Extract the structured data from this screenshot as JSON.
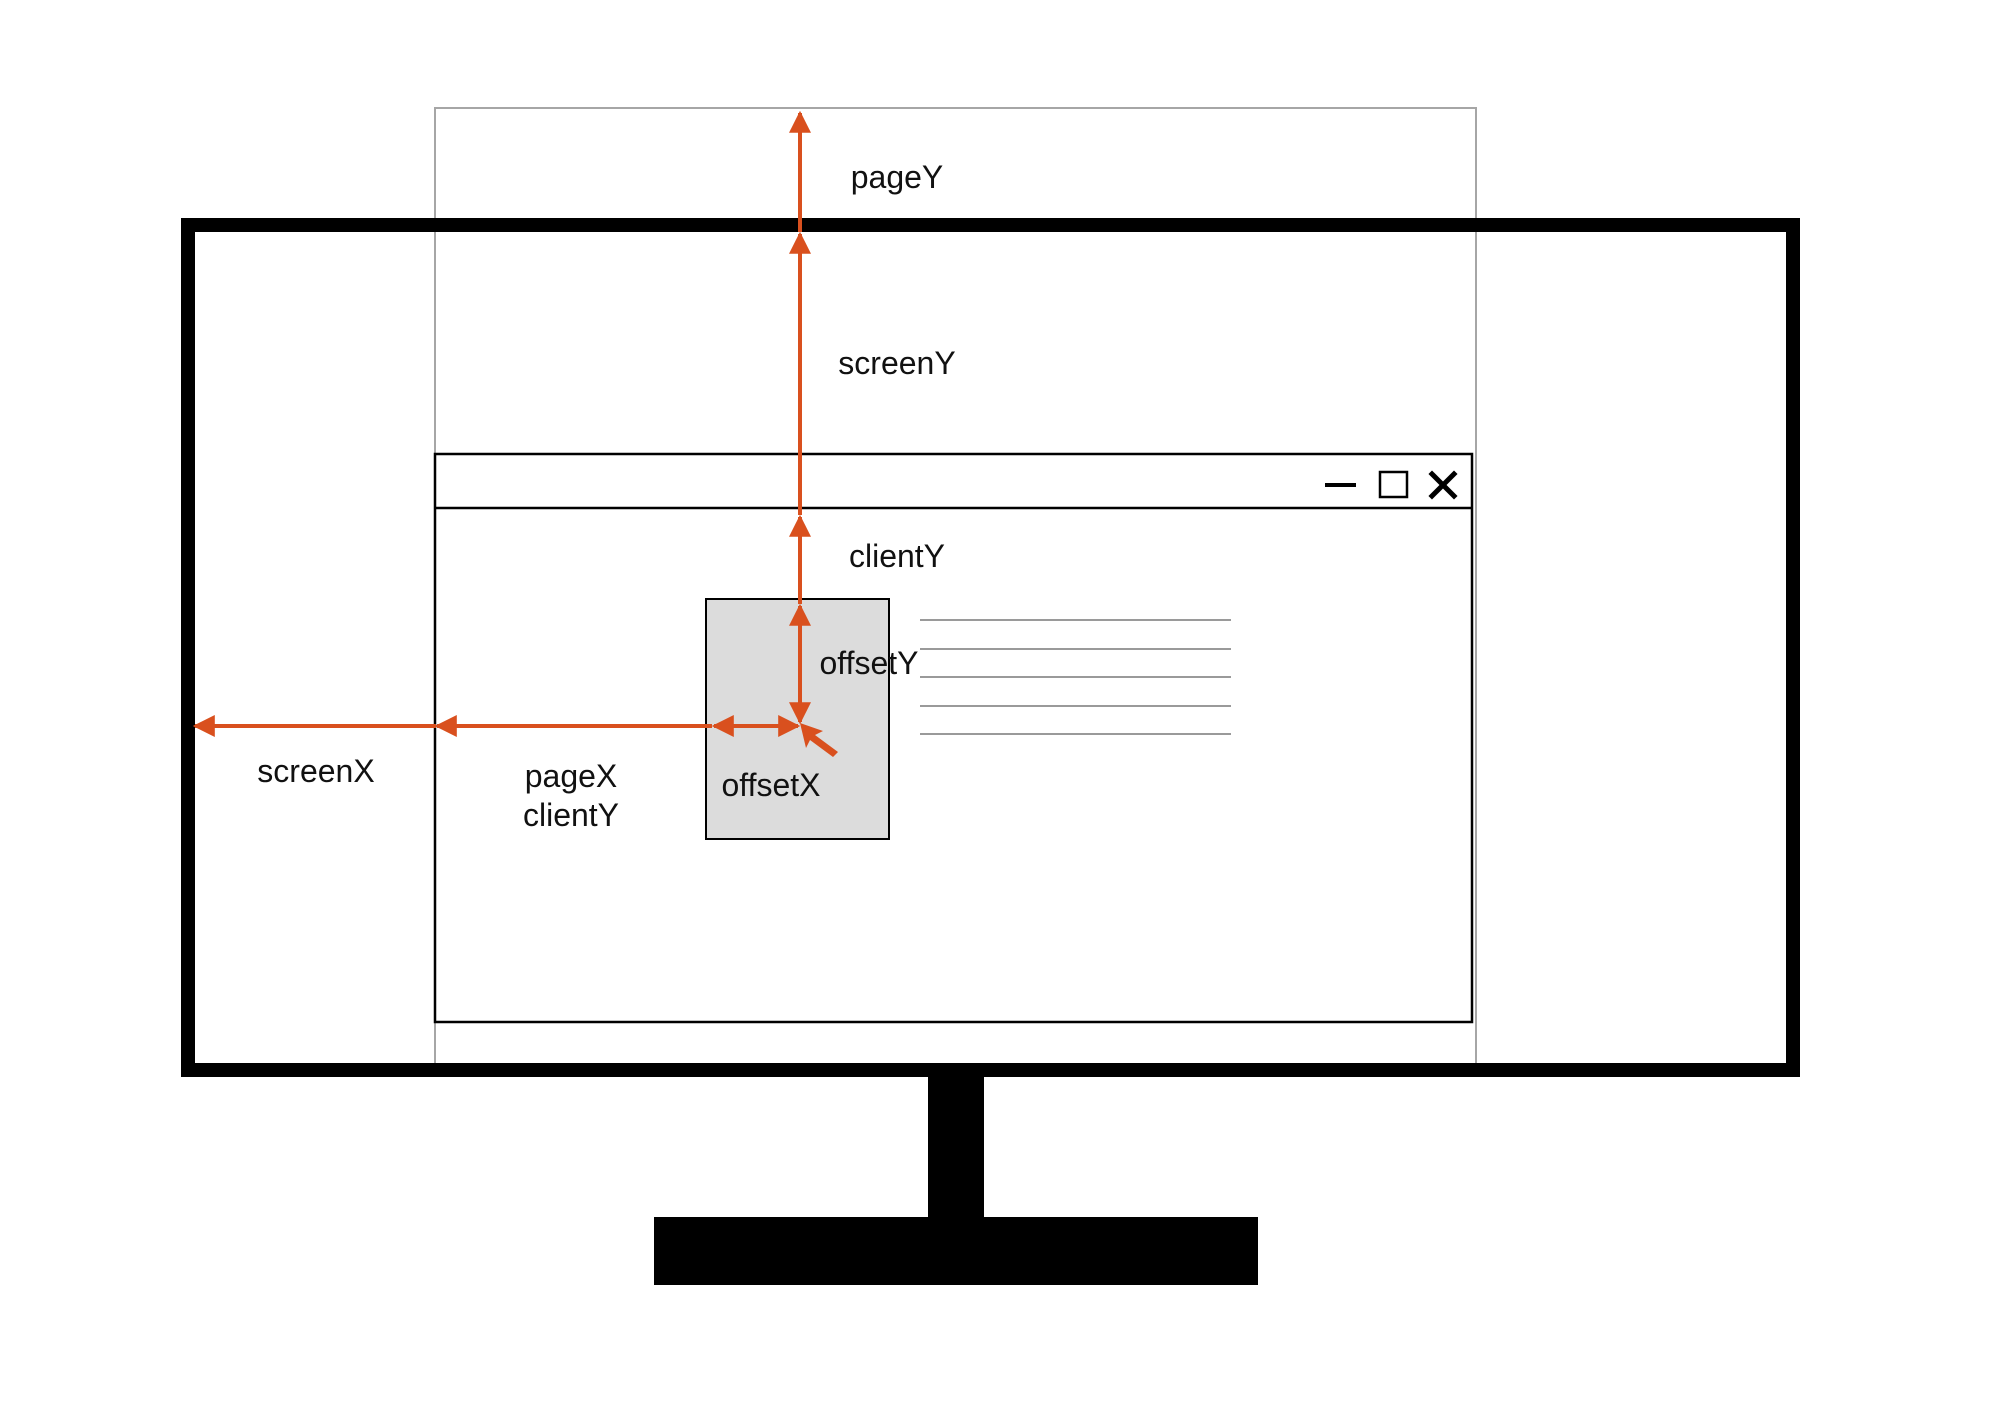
{
  "colors": {
    "arrow": "#D9501E",
    "monitor": "#000000",
    "page_outline": "#A6A6A6",
    "target_fill": "#DCDCDC",
    "text_line": "#9A9A9A",
    "window_border": "#000000"
  },
  "labels": {
    "pageY": "pageY",
    "screenY": "screenY",
    "clientY_top": "clientY",
    "offsetY": "offsetY",
    "screenX": "screenX",
    "pageX": "pageX",
    "clientY_bottom": "clientY",
    "offsetX": "offsetX"
  },
  "window_controls": {
    "minimize_icon": "minimize-icon",
    "maximize_icon": "maximize-icon",
    "close_icon": "close-icon"
  }
}
